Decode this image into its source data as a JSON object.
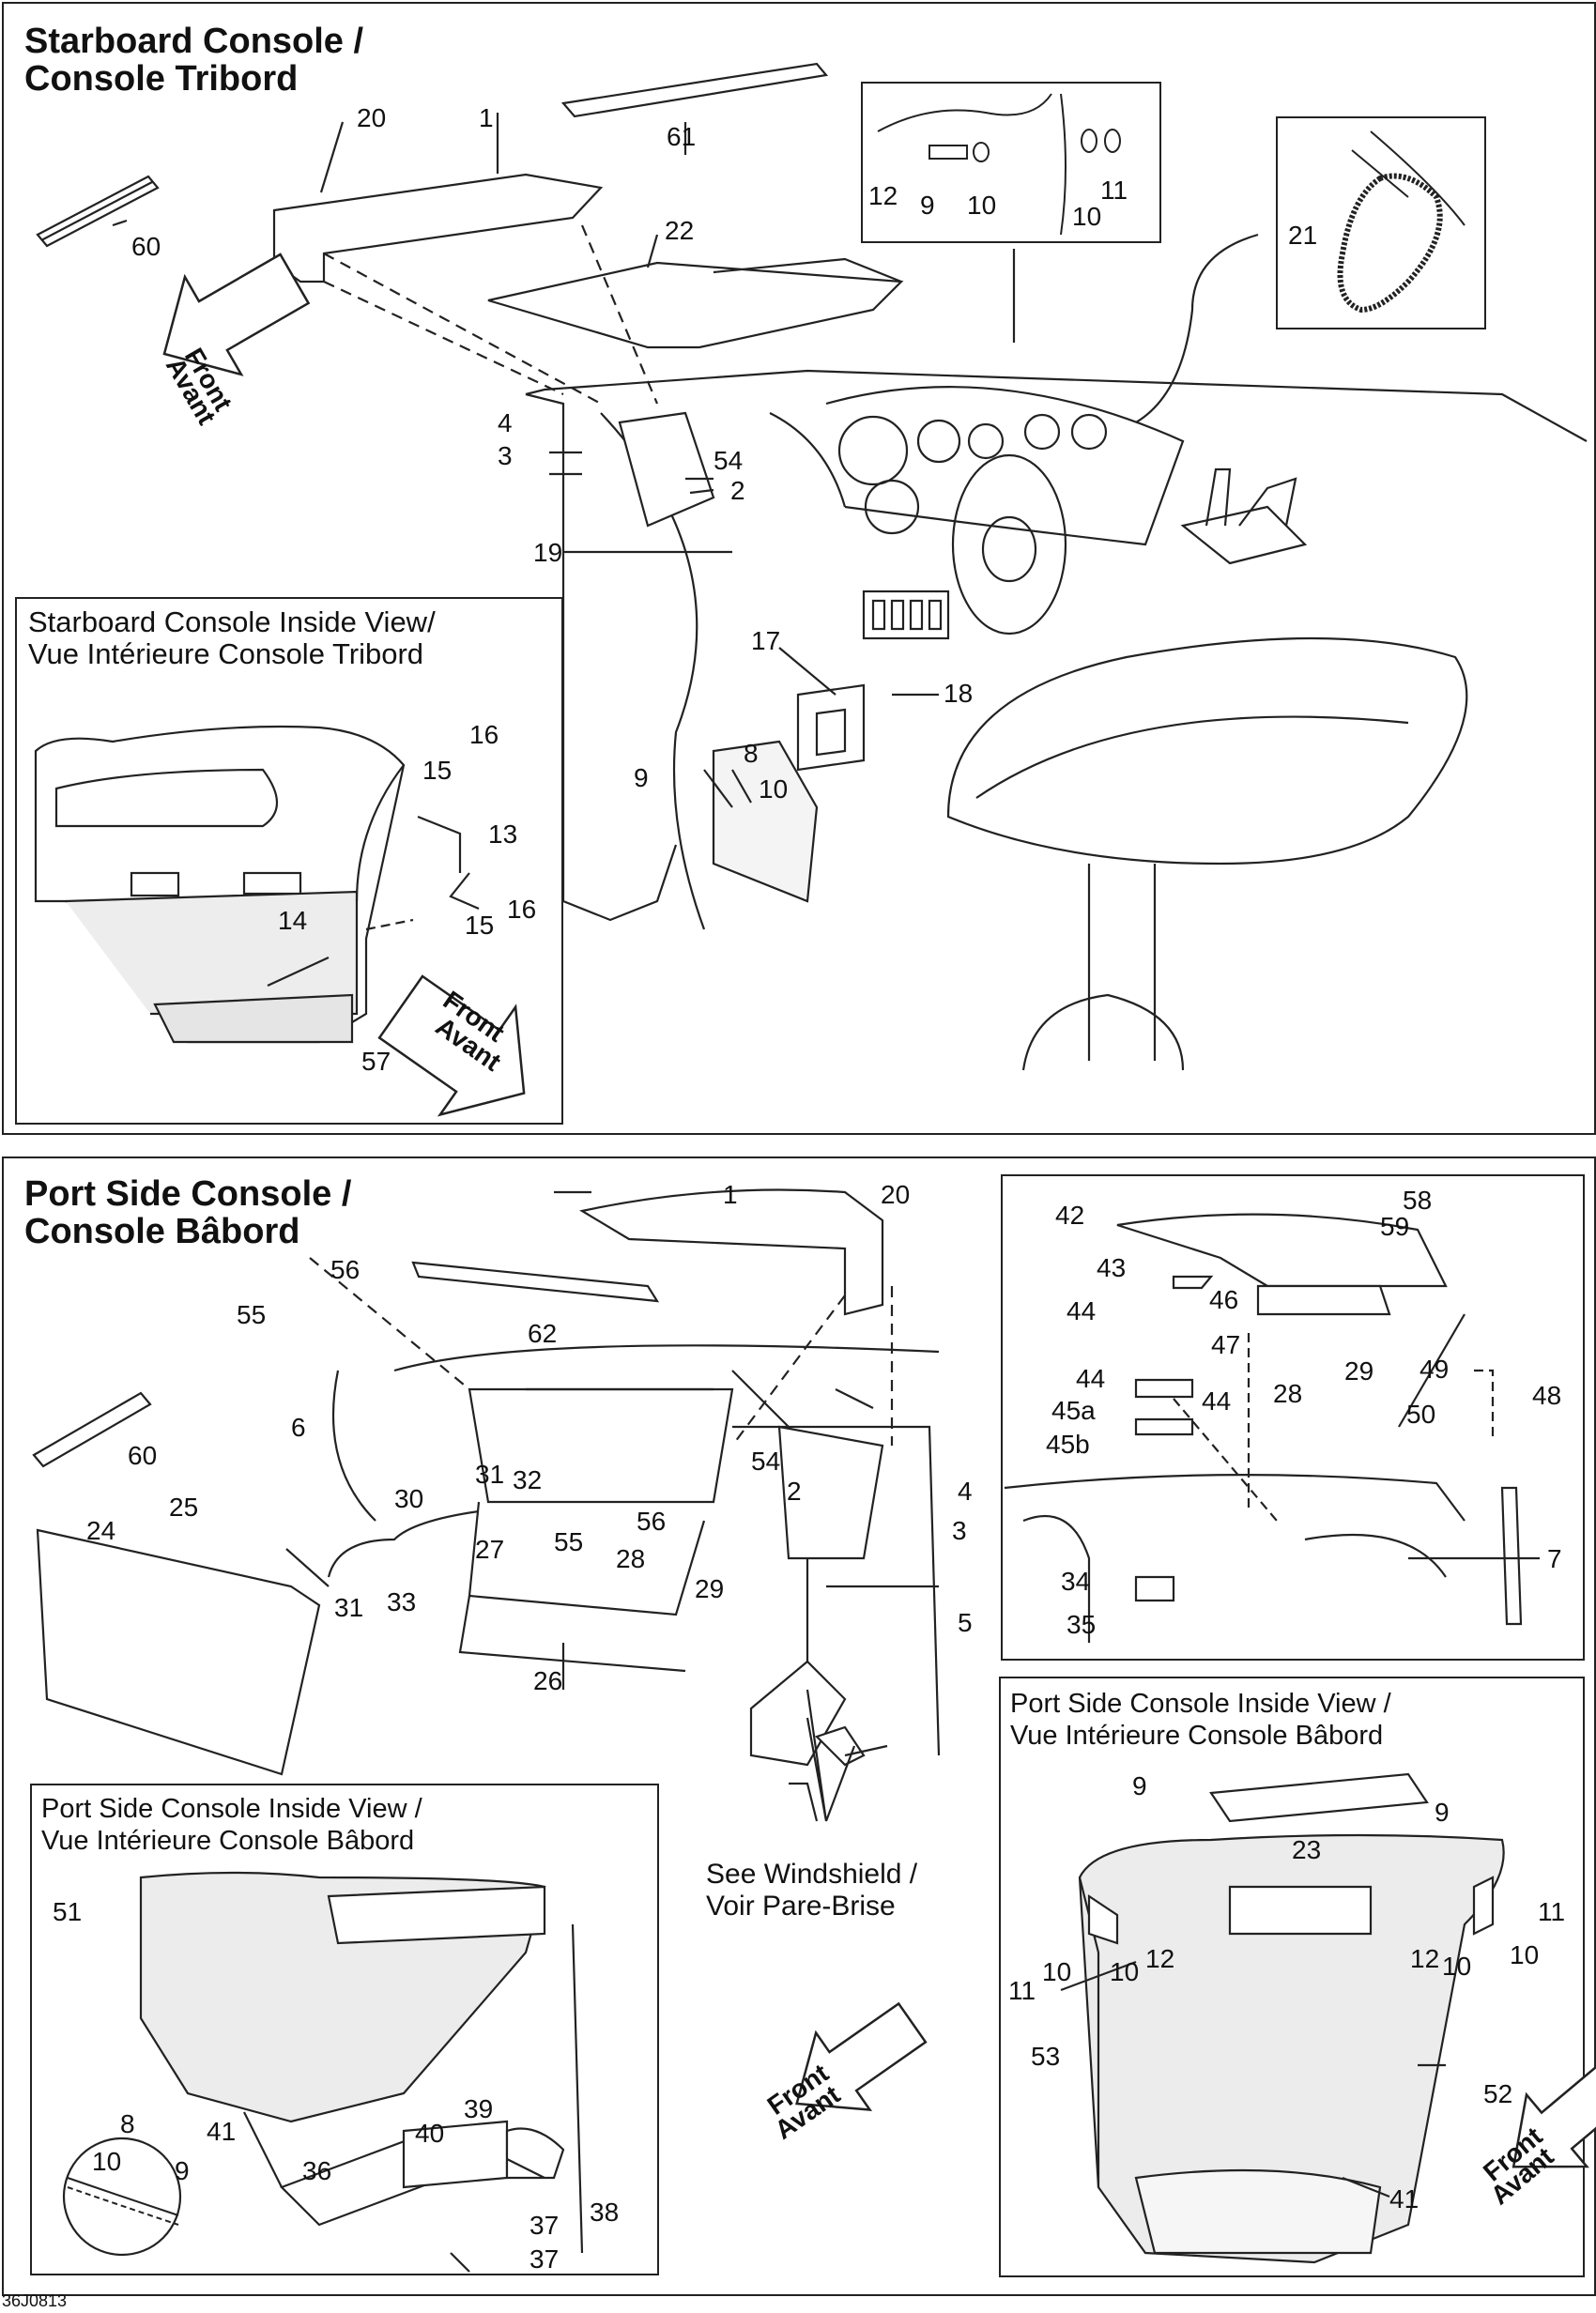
{
  "starboard": {
    "title_line1": "Starboard Console /",
    "title_line2": "Console Tribord",
    "inside_view_line1": "Starboard Console Inside View/",
    "inside_view_line2": "Vue Intérieure Console Tribord",
    "front_line1": "Front",
    "front_line2": "Avant"
  },
  "port": {
    "title_line1": "Port Side Console /",
    "title_line2": "Console Bâbord",
    "inside_view_line1": "Port Side Console Inside View /",
    "inside_view_line2": "Vue Intérieure Console Bâbord",
    "right_inside_line1": "Port Side Console Inside View /",
    "right_inside_line2": "Vue Intérieure Console Bâbord",
    "windshield_line1": "See Windshield /",
    "windshield_line2": "Voir Pare-Brise",
    "front_line1": "Front",
    "front_line2": "Avant"
  },
  "figure_code": "36J0813",
  "callouts_top": [
    "20",
    "1",
    "61",
    "60",
    "22",
    "12",
    "9",
    "10",
    "10",
    "11",
    "21",
    "4",
    "3",
    "54",
    "2",
    "19",
    "17",
    "18",
    "9",
    "8",
    "10",
    "16",
    "15",
    "13",
    "16",
    "15",
    "14",
    "57"
  ],
  "callouts_bottom": [
    "1",
    "20",
    "56",
    "55",
    "62",
    "6",
    "60",
    "24",
    "25",
    "31",
    "32",
    "30",
    "27",
    "55",
    "56",
    "28",
    "29",
    "31",
    "33",
    "26",
    "54",
    "2",
    "4",
    "3",
    "5",
    "42",
    "58",
    "59",
    "43",
    "44",
    "46",
    "47",
    "28",
    "29",
    "44",
    "45a",
    "44",
    "45b",
    "50",
    "49",
    "48",
    "7",
    "34",
    "35",
    "23",
    "9",
    "9",
    "12",
    "10",
    "11",
    "10",
    "11",
    "10",
    "12",
    "10",
    "53",
    "52",
    "41",
    "51",
    "39",
    "8",
    "40",
    "10",
    "9",
    "41",
    "36",
    "37",
    "38",
    "37"
  ]
}
